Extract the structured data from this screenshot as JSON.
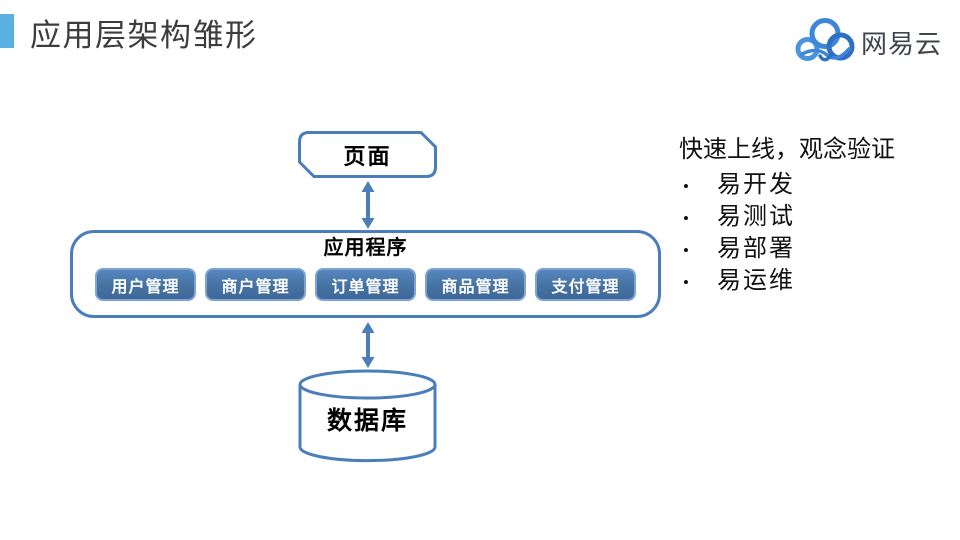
{
  "header": {
    "title": "应用层架构雏形",
    "logo_text": "网易云",
    "accent_color": "#58b0e3",
    "logo_blue": "#3d87d8"
  },
  "diagram": {
    "page_label": "页面",
    "app_label": "应用程序",
    "modules": [
      "用户管理",
      "商户管理",
      "订单管理",
      "商品管理",
      "支付管理"
    ],
    "db_label": "数据库",
    "line_color": "#4a7ebb",
    "module_fill": "#4a7cb5",
    "module_border": "#7ea4d2"
  },
  "notes": {
    "heading": "快速上线，观念验证",
    "bullet_glyph": "•",
    "bullets": [
      "易开发",
      "易测试",
      "易部署",
      "易运维"
    ]
  }
}
